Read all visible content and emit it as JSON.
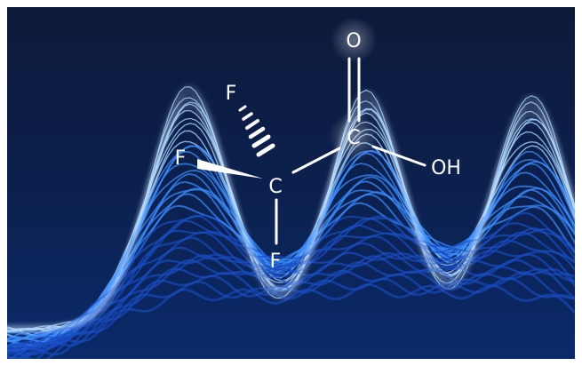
{
  "colors": {
    "background_top": "#0d1a3a",
    "background_bottom": "#0a2a6a",
    "wave_light": "#9fd0ff",
    "wave_mid": "#3a8cff",
    "wave_dark": "#1a4fc8",
    "structure": "#ffffff"
  },
  "molecule": {
    "atoms": {
      "f_top": "F",
      "f_left": "F",
      "f_bottom": "F",
      "c_alpha": "C",
      "c_carboxyl": "C",
      "o_carbonyl": "O",
      "oh": "OH"
    }
  }
}
